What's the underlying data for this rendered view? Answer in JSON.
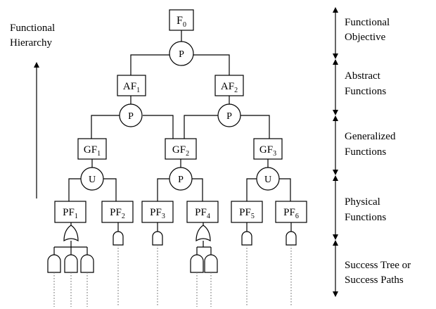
{
  "left_label": {
    "line1": "Functional",
    "line2": "Hierarchy"
  },
  "boxes": {
    "f0": {
      "main": "F",
      "sub": "0"
    },
    "af1": {
      "main": "AF",
      "sub": "1"
    },
    "af2": {
      "main": "AF",
      "sub": "2"
    },
    "gf1": {
      "main": "GF",
      "sub": "1"
    },
    "gf2": {
      "main": "GF",
      "sub": "2"
    },
    "gf3": {
      "main": "GF",
      "sub": "3"
    },
    "pf1": {
      "main": "PF",
      "sub": "1"
    },
    "pf2": {
      "main": "PF",
      "sub": "2"
    },
    "pf3": {
      "main": "PF",
      "sub": "3"
    },
    "pf4": {
      "main": "PF",
      "sub": "4"
    },
    "pf5": {
      "main": "PF",
      "sub": "5"
    },
    "pf6": {
      "main": "PF",
      "sub": "6"
    }
  },
  "nodes": {
    "p_top": "P",
    "p_left": "P",
    "p_right": "P",
    "u_left": "U",
    "p_mid": "P",
    "u_right": "U"
  },
  "levels": [
    {
      "line1": "Functional",
      "line2": "Objective"
    },
    {
      "line1": "Abstract",
      "line2": "Functions"
    },
    {
      "line1": "Generalized",
      "line2": "Functions"
    },
    {
      "line1": "Physical",
      "line2": "Functions"
    },
    {
      "line1": "Success Tree or",
      "line2": "Success Paths"
    }
  ]
}
